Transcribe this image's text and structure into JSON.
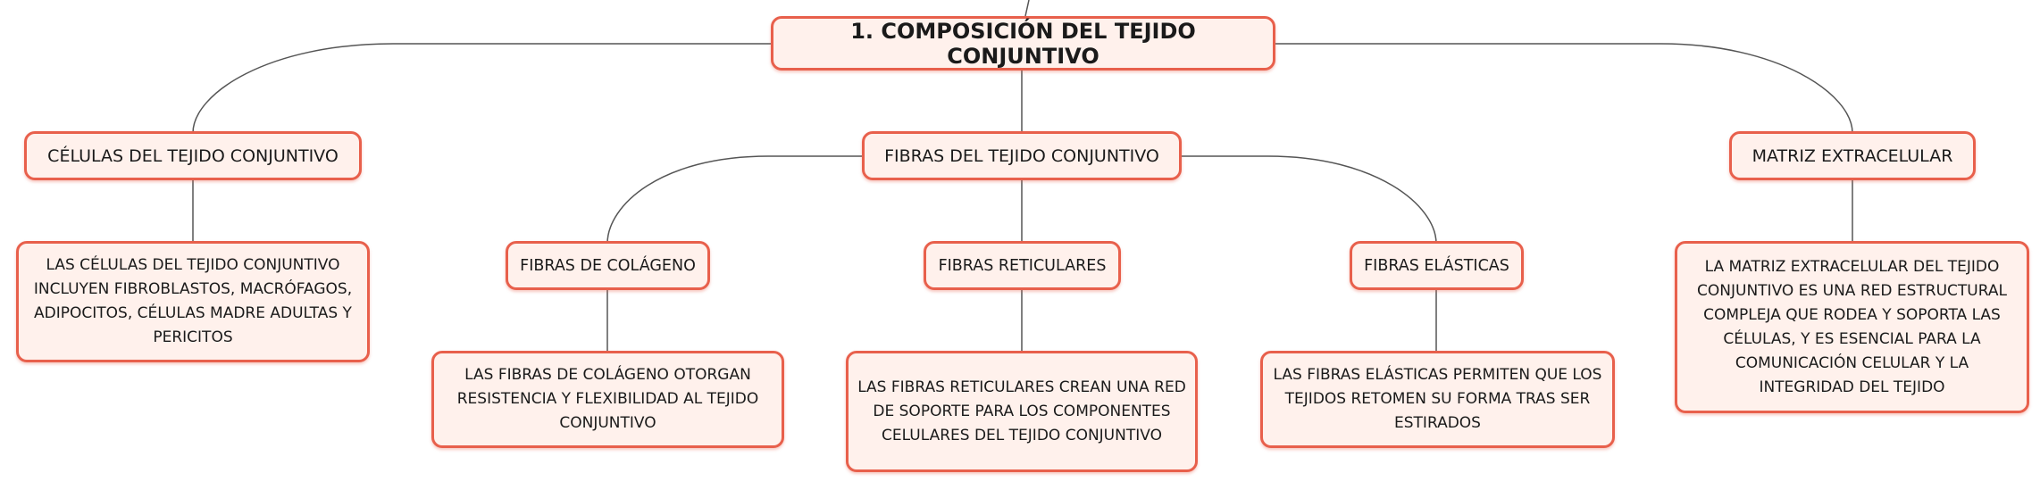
{
  "colors": {
    "node_fill": "#fff1ec",
    "node_border": "#e8604c",
    "connector": "#555555"
  },
  "root": {
    "label": "1. COMPOSICIÓN DEL TEJIDO CONJUNTIVO"
  },
  "branches": [
    {
      "label": "CÉLULAS DEL TEJIDO CONJUNTIVO",
      "description": "LAS CÉLULAS DEL TEJIDO CONJUNTIVO INCLUYEN FIBROBLASTOS, MACRÓFAGOS, ADIPOCITOS, CÉLULAS MADRE ADULTAS Y PERICITOS"
    },
    {
      "label": "FIBRAS DEL TEJIDO CONJUNTIVO",
      "children": [
        {
          "label": "FIBRAS DE COLÁGENO",
          "description": "LAS FIBRAS DE COLÁGENO OTORGAN RESISTENCIA Y FLEXIBILIDAD AL TEJIDO CONJUNTIVO"
        },
        {
          "label": "FIBRAS RETICULARES",
          "description": "LAS FIBRAS RETICULARES CREAN UNA RED DE SOPORTE PARA LOS COMPONENTES CELULARES DEL TEJIDO CONJUNTIVO"
        },
        {
          "label": "FIBRAS ELÁSTICAS",
          "description": "LAS FIBRAS ELÁSTICAS PERMITEN QUE LOS TEJIDOS RETOMEN SU FORMA TRAS SER ESTIRADOS"
        }
      ]
    },
    {
      "label": "MATRIZ EXTRACELULAR",
      "description": "LA MATRIZ EXTRACELULAR DEL TEJIDO CONJUNTIVO ES UNA RED ESTRUCTURAL COMPLEJA QUE RODEA Y SOPORTA LAS CÉLULAS, Y ES ESENCIAL PARA LA COMUNICACIÓN CELULAR Y LA INTEGRIDAD DEL TEJIDO"
    }
  ]
}
